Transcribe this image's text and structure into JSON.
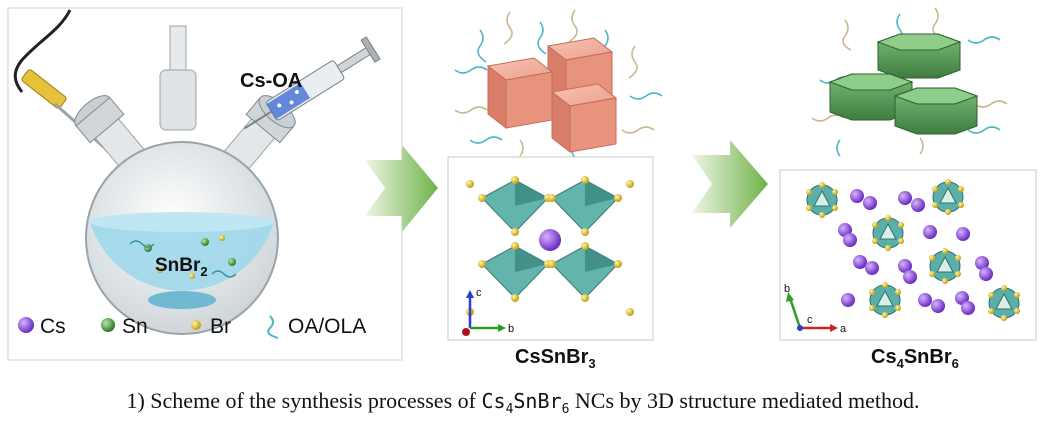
{
  "panel1": {
    "syringe_label": "Cs-OA",
    "flask_label_main": "SnBr",
    "flask_label_sub": "2",
    "legend": [
      {
        "label": "Cs",
        "color": "#8a44d8",
        "icon": "purple-sphere"
      },
      {
        "label": "Sn",
        "color": "#4a9a3a",
        "icon": "green-sphere"
      },
      {
        "label": "Br",
        "color": "#e5c21a",
        "icon": "yellow-sphere"
      },
      {
        "label": "OA/OLA",
        "color": "#4ab8c8",
        "icon": "ligand-squiggle"
      }
    ]
  },
  "panel2": {
    "label_parts": [
      "CsSnBr",
      "3"
    ],
    "axes": {
      "c": "c",
      "b": "b"
    }
  },
  "panel3": {
    "label_parts": [
      "Cs",
      "4",
      "SnBr",
      "6"
    ],
    "axes": {
      "b": "b",
      "c": "c",
      "a": "a"
    }
  },
  "caption": {
    "prefix": "1) Scheme of the synthesis processes of",
    "formula_parts": [
      "Cs",
      "4",
      "SnBr",
      "6"
    ],
    "suffix": "NCs by 3D structure mediated method."
  },
  "colors": {
    "arrow": "#8cc46a",
    "cube": "#e8937e",
    "prism": "#5a9a5a",
    "octahedron": "#5ab0a8",
    "solution": "#9fd8ea"
  }
}
